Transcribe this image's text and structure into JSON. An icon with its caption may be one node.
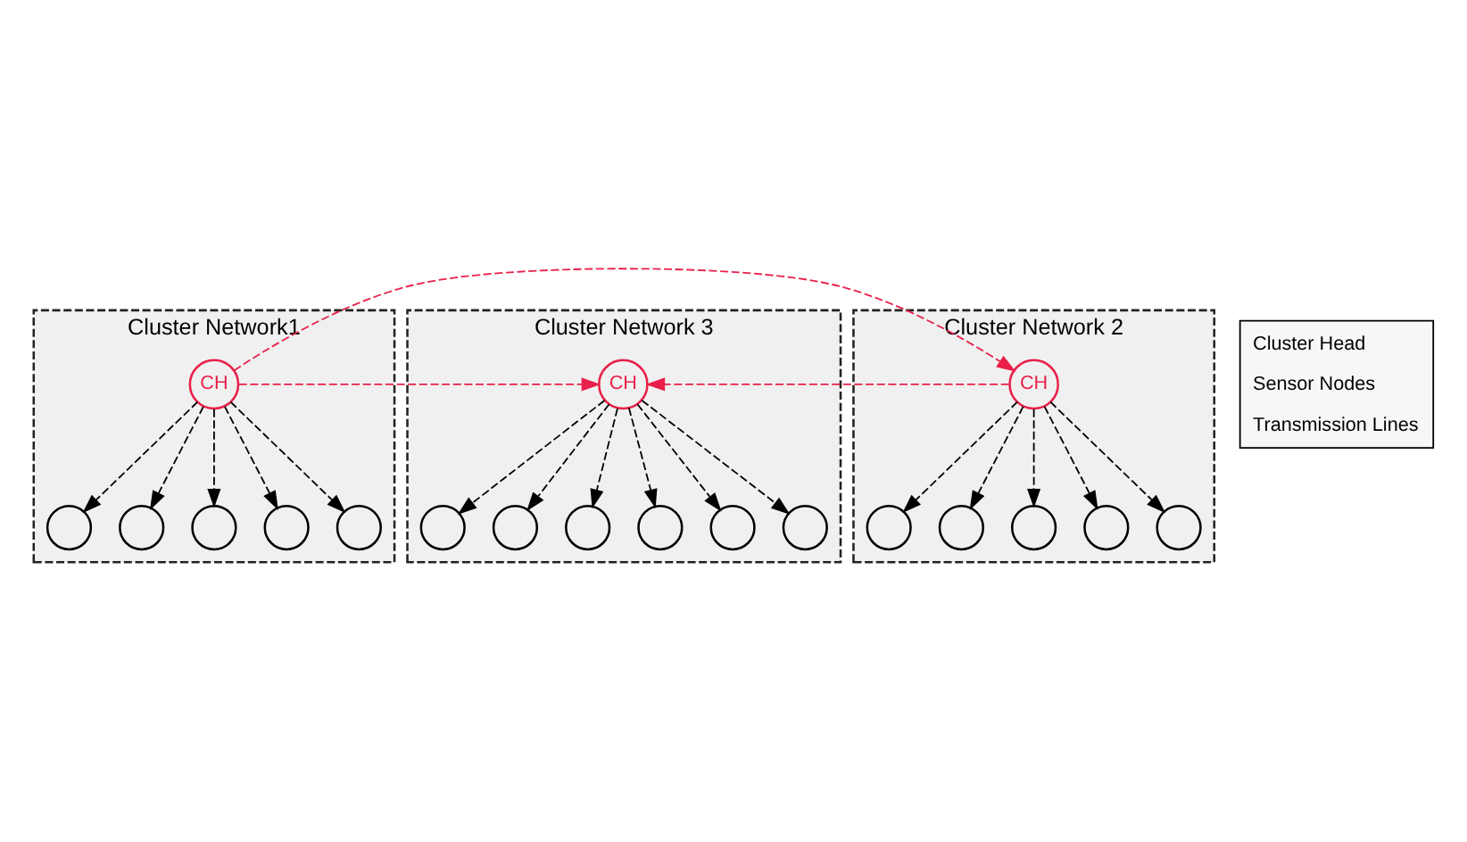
{
  "diagram": {
    "nodes": [
      {
        "text": [
          "Cluster Network1"
        ]
      },
      {
        "text": [
          "CH"
        ],
        "in": 0
      },
      {
        "text": [],
        "shape": "circle",
        "in": 0
      },
      {
        "text": [],
        "shape": "circle",
        "in": 0
      },
      {
        "text": [],
        "shape": "circle",
        "in": 0
      },
      {
        "text": [],
        "shape": "circle",
        "in": 0
      },
      {
        "text": [],
        "shape": "circle",
        "in": 0
      },
      {
        "text": [
          "Cluster Network 3"
        ]
      },
      {
        "text": [
          "CH"
        ],
        "in": 7
      },
      {
        "text": [],
        "shape": "circle",
        "in": 7
      },
      {
        "text": [],
        "shape": "circle",
        "in": 7
      },
      {
        "text": [],
        "shape": "circle",
        "in": 7
      },
      {
        "text": [],
        "shape": "circle",
        "in": 7
      },
      {
        "text": [],
        "shape": "circle",
        "in": 7
      },
      {
        "text": [],
        "shape": "circle",
        "in": 7
      },
      {
        "text": [
          "Cluster Network 2"
        ]
      },
      {
        "text": [
          "CH"
        ],
        "in": 15
      },
      {
        "text": [],
        "shape": "circle",
        "in": 15
      },
      {
        "text": [],
        "shape": "circle",
        "in": 15
      },
      {
        "text": [],
        "shape": "circle",
        "in": 15
      },
      {
        "text": [],
        "shape": "circle",
        "in": 15
      },
      {
        "text": [],
        "shape": "circle",
        "in": 15
      }
    ],
    "edges": [
      {
        "from": 1,
        "to": 2,
        "arrow": "to",
        "style": "dashed"
      },
      {
        "from": 1,
        "to": 3,
        "arrow": "to",
        "style": "dashed"
      },
      {
        "from": 1,
        "to": 4,
        "arrow": "to",
        "style": "dashed"
      },
      {
        "from": 1,
        "to": 5,
        "arrow": "to",
        "style": "dashed"
      },
      {
        "from": 1,
        "to": 6,
        "arrow": "to",
        "style": "dashed"
      },
      {
        "from": 8,
        "to": 9,
        "arrow": "to",
        "style": "dashed"
      },
      {
        "from": 8,
        "to": 10,
        "arrow": "to",
        "style": "dashed"
      },
      {
        "from": 8,
        "to": 11,
        "arrow": "to",
        "style": "dashed"
      },
      {
        "from": 8,
        "to": 12,
        "arrow": "to",
        "style": "dashed"
      },
      {
        "from": 8,
        "to": 13,
        "arrow": "to",
        "style": "dashed"
      },
      {
        "from": 8,
        "to": 14,
        "arrow": "to",
        "style": "dashed"
      },
      {
        "from": 16,
        "to": 17,
        "arrow": "to",
        "style": "dashed"
      },
      {
        "from": 16,
        "to": 18,
        "arrow": "to",
        "style": "dashed"
      },
      {
        "from": 16,
        "to": 19,
        "arrow": "to",
        "style": "dashed"
      },
      {
        "from": 16,
        "to": 20,
        "arrow": "to",
        "style": "dashed"
      },
      {
        "from": 16,
        "to": 21,
        "arrow": "to",
        "style": "dashed"
      },
      {
        "from": 1,
        "to": 8,
        "arrow": "to",
        "style": "dashed",
        "color": "#e8204a"
      },
      {
        "from": 1,
        "to": 16,
        "arrow": "to",
        "style": "dashed",
        "color": "#e8204a"
      },
      {
        "from": 16,
        "to": 8,
        "arrow": "to",
        "style": "dashed",
        "color": "#e8204a"
      }
    ],
    "legend": [
      {
        "text": "Cluster Head"
      },
      {
        "text": "Sensor Nodes"
      },
      {
        "text": "Transmission Lines"
      }
    ]
  }
}
